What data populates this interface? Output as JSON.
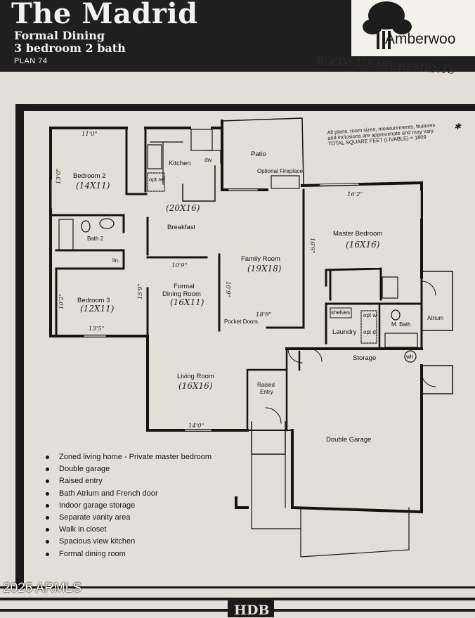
{
  "header": {
    "title": "The Madrid",
    "subtitle_line1": "Formal Dining",
    "subtitle_line2": "3 bedroom  2 bath",
    "plan_number": "PLAN 74",
    "brand": "Amberwoo",
    "handwritten_note": "ROOM MEASUREMENTS"
  },
  "disclaimer": {
    "line1": "All plans, room sizes, measurements, features",
    "line2": "and inclusions are approximate and may vary.",
    "line3": "TOTAL SQUARE FEET (LIVABLE) = 1809"
  },
  "rooms": {
    "bedroom2": {
      "label": "Bedroom 2",
      "size": "(14X11)",
      "width_note": "11'0\"",
      "depth_note": "13'0\""
    },
    "kitchen": {
      "label": "Kitchen",
      "dw": "dw",
      "opt_ref": "opt ref"
    },
    "patio": {
      "label": "Patio",
      "fireplace": "Optional Fireplace"
    },
    "breakfast": {
      "label": "Breakfast",
      "size": "(20X16)"
    },
    "bath2": {
      "label": "Bath 2",
      "linen": "lin."
    },
    "master_bedroom": {
      "label": "Master Bedroom",
      "size": "(16X16)",
      "width_note": "16'2\"",
      "depth_note": "16'9\""
    },
    "family_room": {
      "label": "Family Room",
      "size": "(19X18)",
      "width_note": "18'9\"",
      "depth_note": "10'9\"",
      "pocket_doors": "Pocket Doors"
    },
    "bedroom3": {
      "label": "Bedroom 3",
      "size": "(12X11)",
      "width_note": "13'5\"",
      "depth_note": "10'2\""
    },
    "formal_dining": {
      "label_line1": "Formal",
      "label_line2": "Dining Room",
      "size": "(16X11)",
      "width_note": "10'9\"",
      "depth_note": "15'9\""
    },
    "laundry": {
      "label": "Laundry",
      "shelves": "shelves",
      "opt_w": "opt w",
      "opt_d": "opt d"
    },
    "master_bath": {
      "label": "M. Bath",
      "atrium": "Atrium"
    },
    "storage": {
      "label": "Storage",
      "wh": "wh"
    },
    "living_room": {
      "label": "Living Room",
      "size": "(16X16)",
      "width_note": "14'0\""
    },
    "raised_entry": {
      "label_line1": "Raised",
      "label_line2": "Entry"
    },
    "garage": {
      "label": "Double Garage"
    }
  },
  "features": [
    "Zoned living home - Private master bedroom",
    "Double garage",
    "Raised entry",
    "Bath Atrium and French door",
    "Indoor garage storage",
    "Separate vanity area",
    "Walk in closet",
    "Spacious view kitchen",
    "Formal dining room"
  ],
  "watermark": "2026 ARMLS",
  "footer_logo": "HDB"
}
